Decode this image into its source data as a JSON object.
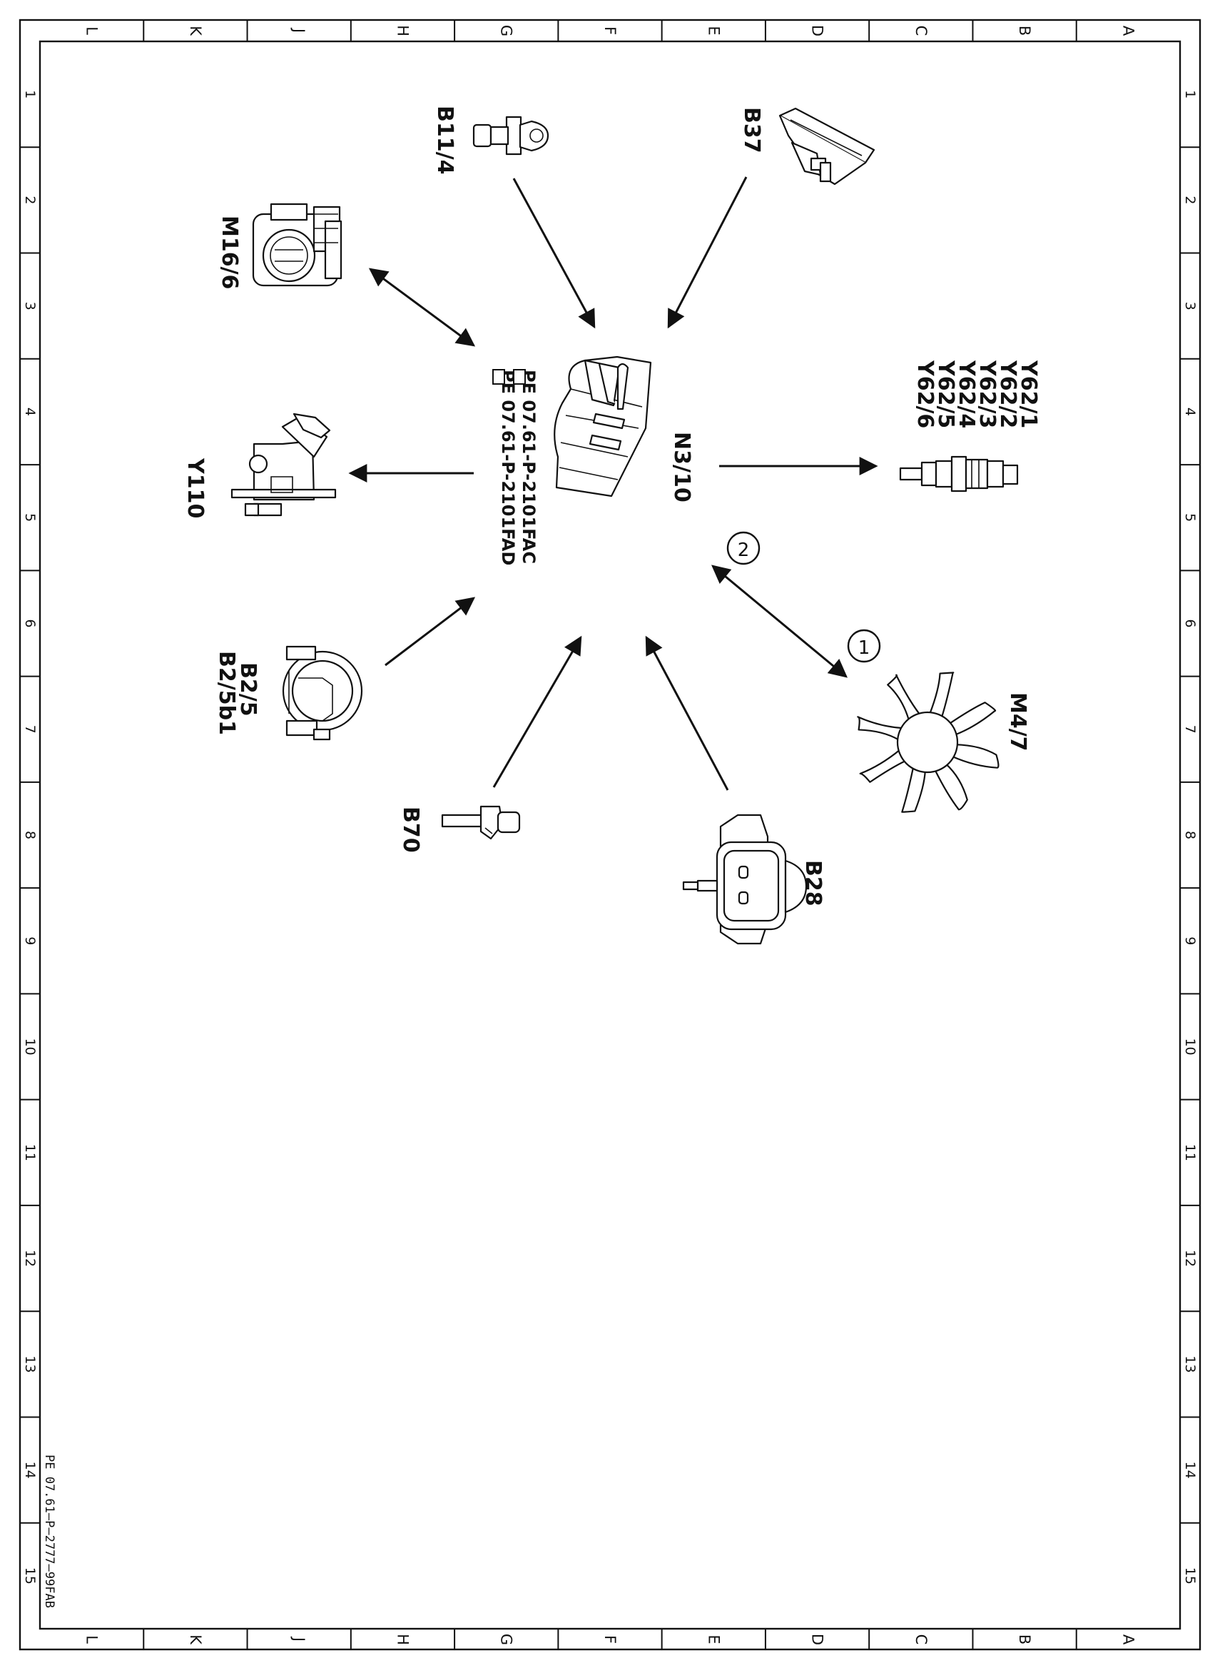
{
  "frame": {
    "column_letters": [
      "L",
      "K",
      "J",
      "H",
      "G",
      "F",
      "E",
      "D",
      "C",
      "B",
      "A"
    ],
    "row_numbers": [
      "1",
      "2",
      "3",
      "4",
      "5",
      "6",
      "7",
      "8",
      "9",
      "10",
      "11",
      "12",
      "13",
      "14",
      "15"
    ]
  },
  "components": {
    "control_unit": "N3/10",
    "throttle": "M16/6",
    "coolant_temp": "B11/4",
    "pedal": "B37",
    "thermostat": "Y110",
    "intake_air_temp_1": "B2/5",
    "intake_air_temp_2": "B2/5b1",
    "crank_sensor": "B70",
    "pressure_sensor": "B28",
    "fan": "M4/7",
    "injectors": [
      "Y62/1",
      "Y62/2",
      "Y62/3",
      "Y62/4",
      "Y62/5",
      "Y62/6"
    ]
  },
  "references": [
    "PE  07.61-P-2101FAC",
    "PE  07.61-P-2101FAD"
  ],
  "callouts": [
    "1",
    "2"
  ],
  "document_id": "PE 07.61–P–2777–99FAB"
}
